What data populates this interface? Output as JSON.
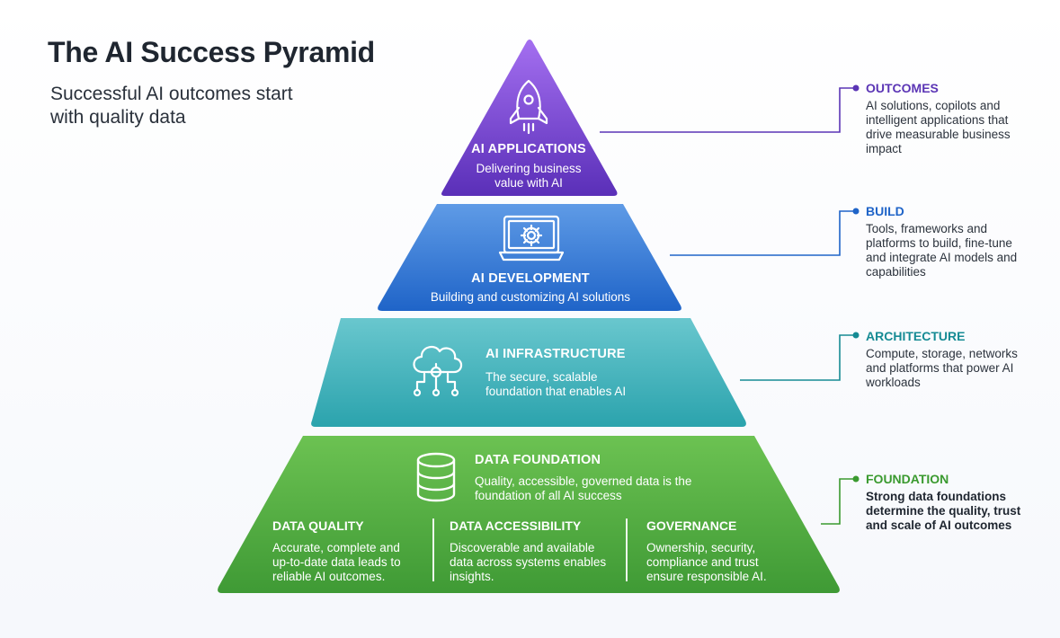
{
  "header": {
    "title": "The AI Success Pyramid",
    "subtitle": "Successful AI outcomes start with quality data"
  },
  "layers": [
    {
      "title": "AI APPLICATIONS",
      "description": "Delivering business value with AI",
      "icon": "rocket-icon",
      "color_top": "#a46ff0",
      "color_bottom": "#5a2fb8"
    },
    {
      "title": "AI DEVELOPMENT",
      "description": "Building and customizing AI solutions",
      "icon": "laptop-gear-icon",
      "color_top": "#5f9be6",
      "color_bottom": "#1f64c8"
    },
    {
      "title": "AI INFRASTRUCTURE",
      "description": "The secure, scalable foundation that enables AI",
      "icon": "cloud-network-icon",
      "color_top": "#69c7ce",
      "color_bottom": "#2ba3ad"
    },
    {
      "title": "DATA FOUNDATION",
      "description": "Quality, accessible, governed data is the foundation of all AI success",
      "icon": "database-icon",
      "color_top": "#6cc252",
      "color_bottom": "#3f9a35",
      "columns": [
        {
          "title": "DATA QUALITY",
          "description": "Accurate, complete and up-to-date data leads to reliable AI outcomes."
        },
        {
          "title": "DATA ACCESSIBILITY",
          "description": "Discoverable and available data across systems enables insights."
        },
        {
          "title": "GOVERNANCE",
          "description": "Ownership, security, compliance and trust ensure responsible AI."
        }
      ]
    }
  ],
  "annotations": [
    {
      "title": "OUTCOMES",
      "description": "AI solutions, copilots and intelligent applications that drive measurable business impact",
      "color": "#5b35b5"
    },
    {
      "title": "BUILD",
      "description": "Tools, frameworks and platforms to build, fine-tune and integrate AI models and capabilities",
      "color": "#1f64c8"
    },
    {
      "title": "ARCHITECTURE",
      "description": "Compute, storage, networks and platforms that power AI workloads",
      "color": "#168b94"
    },
    {
      "title": "FOUNDATION",
      "description": "Strong data foundations determine the quality, trust and scale of AI outcomes",
      "color": "#3a9a2f"
    }
  ]
}
